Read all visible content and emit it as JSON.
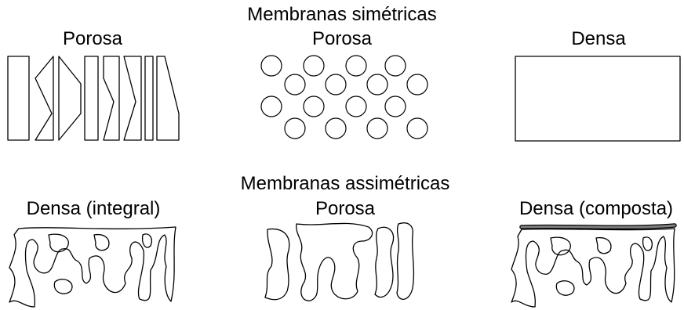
{
  "symmetric": {
    "title": "Membranas simétricas",
    "labels": [
      "Porosa",
      "Porosa",
      "Densa"
    ]
  },
  "asymmetric": {
    "title": "Membranas assimétricas",
    "labels": [
      "Densa (integral)",
      "Porosa",
      "Densa (composta)"
    ]
  },
  "colors": {
    "stroke": "#000000",
    "composite_layer": "#808080",
    "background": "#ffffff"
  }
}
